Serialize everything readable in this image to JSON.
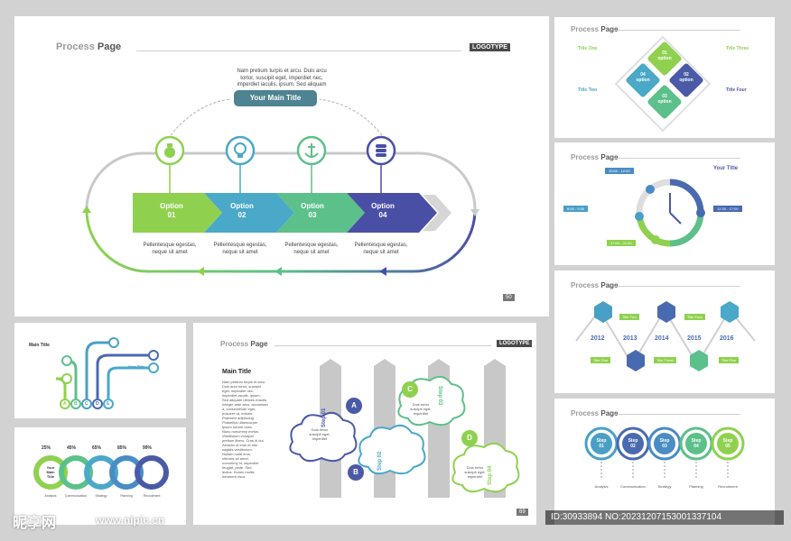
{
  "main_slide": {
    "title_light": "Process",
    "title_bold": "Page",
    "logo": "LOGOTYPE",
    "intro_text": [
      "Nam pretium turpis et arcu. Duis arcu",
      "tortor, suscipit eget, imperdiet nec,",
      "imperdiet iaculis, ipsum. Sed aliquam"
    ],
    "main_title": "Your Main Title",
    "options": [
      {
        "label": "Option",
        "num": "01",
        "icon": "money-bag-icon",
        "color": "#8fd14f",
        "caption": [
          "Pellentesque egestas,",
          "neque sit amet"
        ]
      },
      {
        "label": "Option",
        "num": "02",
        "icon": "lightbulb-icon",
        "color": "#4aa8c8",
        "caption": [
          "Pellentesque egestas,",
          "neque sit amet"
        ]
      },
      {
        "label": "Option",
        "num": "03",
        "icon": "anchor-icon",
        "color": "#5cc08a",
        "caption": [
          "Pellentesque egestas,",
          "neque sit amet"
        ]
      },
      {
        "label": "Option",
        "num": "04",
        "icon": "coins-icon",
        "color": "#4a4fa6",
        "caption": [
          "Pellentesque egestas,",
          "neque sit amet"
        ]
      }
    ],
    "page_number": "50"
  },
  "diamond_slide": {
    "header_light": "Process",
    "header_bold": "Page",
    "titles": [
      "Title One",
      "Title Two",
      "Title Three",
      "Title Four"
    ],
    "diamonds": [
      {
        "num": "01",
        "label": "option",
        "color": "#8fd14f"
      },
      {
        "num": "02",
        "label": "option",
        "color": "#4a5aa6"
      },
      {
        "num": "03",
        "label": "option",
        "color": "#5cc08a"
      },
      {
        "num": "04",
        "label": "option",
        "color": "#4aa8c8"
      }
    ]
  },
  "clock_slide": {
    "header_light": "Process",
    "header_bold": "Page",
    "your_title": "Your Title",
    "times": [
      "10:00 - 12:00",
      "8:00 - 9:30",
      "12:30 - 17:00",
      "17:00 - 21:00"
    ]
  },
  "timeline_slide": {
    "header_light": "Process",
    "header_bold": "Page",
    "years": [
      "2012",
      "2013",
      "2014",
      "2015",
      "2016"
    ],
    "title_tags": [
      "Title One",
      "Title Two",
      "Title Three",
      "Title Four",
      "Title Five"
    ]
  },
  "steps_slide": {
    "header_light": "Process",
    "header_bold": "Page",
    "steps": [
      {
        "label": "Step",
        "num": "01",
        "color": "#4a9fc6",
        "caption": "Analysis"
      },
      {
        "label": "Step",
        "num": "02",
        "color": "#4a6ab0",
        "caption": "Communication"
      },
      {
        "label": "Step",
        "num": "03",
        "color": "#4a8cc4",
        "caption": "Strategy"
      },
      {
        "label": "Step",
        "num": "04",
        "color": "#5cc08a",
        "caption": "Planning"
      },
      {
        "label": "Step",
        "num": "05",
        "color": "#8fd14f",
        "caption": "Recruitment"
      }
    ]
  },
  "tree_slide": {
    "main_title": "Main Title",
    "your_title": "Your Title",
    "letters": [
      "A",
      "B",
      "C",
      "D",
      "E"
    ]
  },
  "rings_slide": {
    "percents": [
      "25%",
      "45%",
      "65%",
      "85%",
      "99%"
    ],
    "center_label": [
      "Your",
      "Main",
      "Title"
    ],
    "captions": [
      "Analysis",
      "Communication",
      "Strategy",
      "Planning",
      "Recruitment"
    ]
  },
  "clouds_slide": {
    "title_light": "Process",
    "title_bold": "Page",
    "logo": "LOGOTYPE",
    "main_title": "Main Title",
    "body_text": [
      "Nam pretium turpis et arcu.",
      "Duis arcu tortor, suscipit",
      "eget, imperdiet nec,",
      "imperdiet iaculis, ipsum.",
      "Sed aliquam ultrices mauris.",
      "Integer ante arcu, accumsan",
      "a, consectetuer eget,",
      "posuere ut, mauris.",
      "Praesent adipiscing.",
      "Phasellus ullamcorper",
      "ipsum rutrum nunc.",
      "Nunc nonummy metus.",
      "Vestibulum volutpat",
      "pretium libero. Cras id dui.",
      "Aenean ut eros et nisl",
      "sagittis vestibulum.",
      "Nullam nulla eros,",
      "ultricies sit amet,",
      "nonummy id, imperdiet",
      "feugiat, pede. Sed",
      "lectus. Donec mollis",
      "hendrerit risus."
    ],
    "steps": [
      {
        "label": "Step 01",
        "letter": "A",
        "letter_color": "#4a5aa6",
        "cloud_color": "#4a5aa6",
        "cloud_text": [
          "Duis tortor",
          "suscipit eget,",
          "imperdiet"
        ]
      },
      {
        "label": "Step 02",
        "letter": "B",
        "letter_color": "#4a5aa6",
        "cloud_color": "#4aa8c8",
        "cloud_text": []
      },
      {
        "label": "Step 03",
        "letter": "C",
        "letter_color": "#8fd14f",
        "cloud_color": "#5cc08a",
        "cloud_text": [
          "Duis tortor",
          "suscipit eget,",
          "imperdiet"
        ]
      },
      {
        "label": "Step 04",
        "letter": "D",
        "letter_color": "#8fd14f",
        "cloud_color": "#8fd14f",
        "cloud_text": [
          "Duis tortor",
          "suscipit eget,",
          "imperdiet"
        ]
      }
    ],
    "page_number": "69"
  },
  "watermark": {
    "brand": "昵享网",
    "url": "www.nipic.cn",
    "id_text": "ID:30933894 NO:20231207153001337104"
  }
}
